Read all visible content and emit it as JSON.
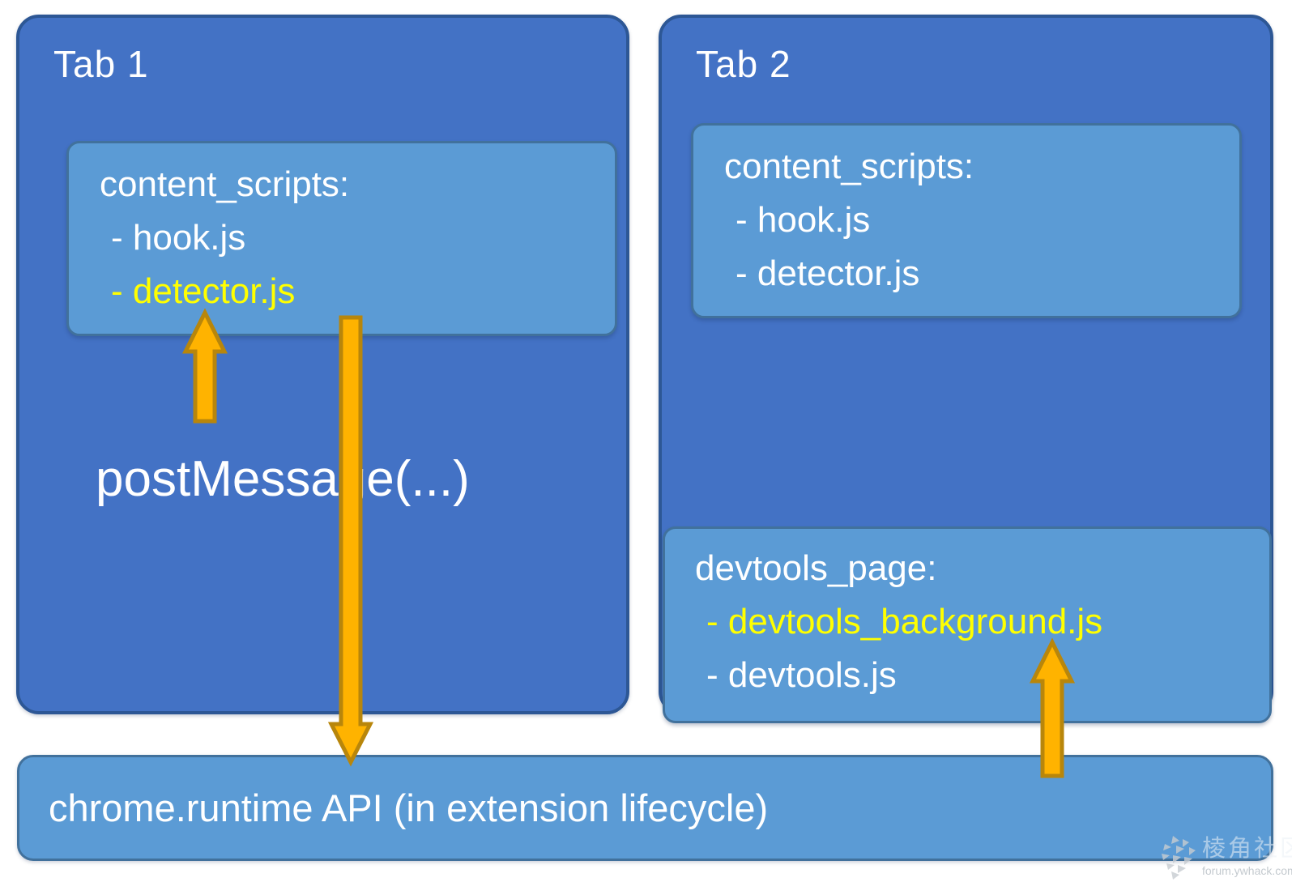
{
  "colors": {
    "tab_fill": "#4372C5",
    "tab_border": "#2D5795",
    "panel_fill": "#5B9BD5",
    "panel_border": "#41719C",
    "arrow_fill": "#FFB300",
    "arrow_border": "#B8860B",
    "text_color": "#FFFFFF",
    "highlight_color": "#FFFF00"
  },
  "tab1": {
    "title": "Tab 1",
    "content_box": {
      "lines": [
        {
          "text": "content_scripts:",
          "color": "#FFFFFF"
        },
        {
          "text": "- hook.js",
          "color": "#FFFFFF"
        },
        {
          "text": "- detector.js",
          "color": "#FFFF00"
        }
      ]
    },
    "post_message_label": "postMessage(...)"
  },
  "tab2": {
    "title": "Tab 2",
    "content_box": {
      "lines": [
        {
          "text": "content_scripts:",
          "color": "#FFFFFF"
        },
        {
          "text": "- hook.js",
          "color": "#FFFFFF"
        },
        {
          "text": "- detector.js",
          "color": "#FFFFFF"
        }
      ]
    },
    "devtools_box": {
      "lines": [
        {
          "text": "devtools_page:",
          "color": "#FFFFFF"
        },
        {
          "text": "- devtools_background.js",
          "color": "#FFFF00"
        },
        {
          "text": "- devtools.js",
          "color": "#FFFFFF"
        }
      ]
    }
  },
  "runtime_bar": {
    "label": "chrome.runtime API (in extension lifecycle)"
  },
  "watermark": {
    "title": "棱角社区",
    "subtitle": "forum.ywhack.com"
  }
}
